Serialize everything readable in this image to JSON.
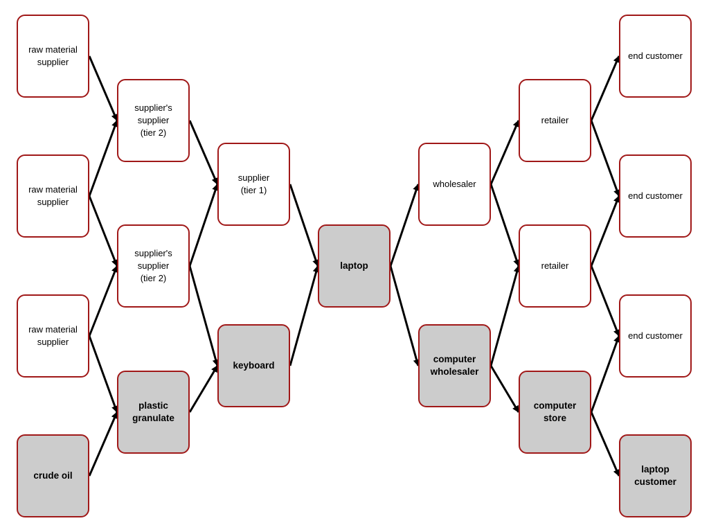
{
  "diagram": {
    "nodes": [
      {
        "id": "rm1",
        "label": "raw material\nsupplier",
        "highlight": false
      },
      {
        "id": "rm2",
        "label": "raw material\nsupplier",
        "highlight": false
      },
      {
        "id": "rm3",
        "label": "raw material\nsupplier",
        "highlight": false
      },
      {
        "id": "crude",
        "label": "crude oil",
        "highlight": true
      },
      {
        "id": "ss1",
        "label": "supplier's\nsupplier\n(tier 2)",
        "highlight": false
      },
      {
        "id": "ss2",
        "label": "supplier's\nsupplier\n(tier 2)",
        "highlight": false
      },
      {
        "id": "plastic",
        "label": "plastic\ngranulate",
        "highlight": true
      },
      {
        "id": "sup1",
        "label": "supplier\n(tier 1)",
        "highlight": false
      },
      {
        "id": "keyboard",
        "label": "keyboard",
        "highlight": true
      },
      {
        "id": "laptop",
        "label": "laptop",
        "highlight": true
      },
      {
        "id": "wholesaler",
        "label": "wholesaler",
        "highlight": false
      },
      {
        "id": "compwh",
        "label": "computer\nwholesaler",
        "highlight": true
      },
      {
        "id": "ret1",
        "label": "retailer",
        "highlight": false
      },
      {
        "id": "ret2",
        "label": "retailer",
        "highlight": false
      },
      {
        "id": "compstore",
        "label": "computer\nstore",
        "highlight": true
      },
      {
        "id": "ec1",
        "label": "end customer",
        "highlight": false
      },
      {
        "id": "ec2",
        "label": "end customer",
        "highlight": false
      },
      {
        "id": "ec3",
        "label": "end customer",
        "highlight": false
      },
      {
        "id": "lapcust",
        "label": "laptop\ncustomer",
        "highlight": true
      }
    ],
    "edges": [
      [
        "rm1",
        "ss1"
      ],
      [
        "rm2",
        "ss1"
      ],
      [
        "rm2",
        "ss2"
      ],
      [
        "rm3",
        "ss2"
      ],
      [
        "rm3",
        "plastic"
      ],
      [
        "crude",
        "plastic"
      ],
      [
        "ss1",
        "sup1"
      ],
      [
        "ss2",
        "sup1"
      ],
      [
        "ss2",
        "keyboard"
      ],
      [
        "plastic",
        "keyboard"
      ],
      [
        "sup1",
        "laptop"
      ],
      [
        "keyboard",
        "laptop"
      ],
      [
        "laptop",
        "wholesaler"
      ],
      [
        "laptop",
        "compwh"
      ],
      [
        "wholesaler",
        "ret1"
      ],
      [
        "wholesaler",
        "ret2"
      ],
      [
        "compwh",
        "ret2"
      ],
      [
        "compwh",
        "compstore"
      ],
      [
        "ret1",
        "ec1"
      ],
      [
        "ret1",
        "ec2"
      ],
      [
        "ret2",
        "ec2"
      ],
      [
        "ret2",
        "ec3"
      ],
      [
        "compstore",
        "ec3"
      ],
      [
        "compstore",
        "lapcust"
      ]
    ],
    "colors": {
      "border": "#a01818",
      "highlight_fill": "#cccccc",
      "edge": "#000000"
    }
  }
}
